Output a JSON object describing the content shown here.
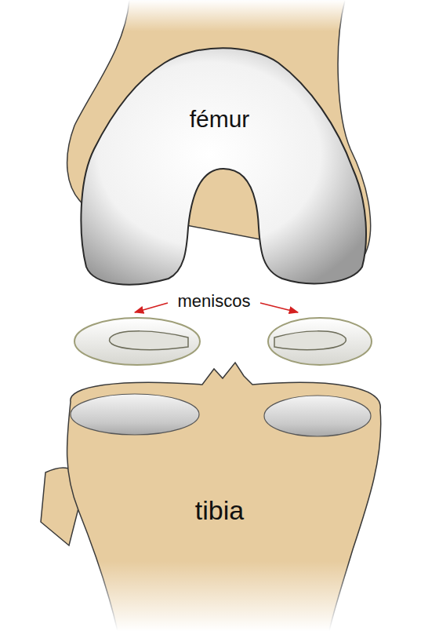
{
  "diagram": {
    "labels": [
      "fémur",
      "meniscos",
      "tibia"
    ]
  }
}
